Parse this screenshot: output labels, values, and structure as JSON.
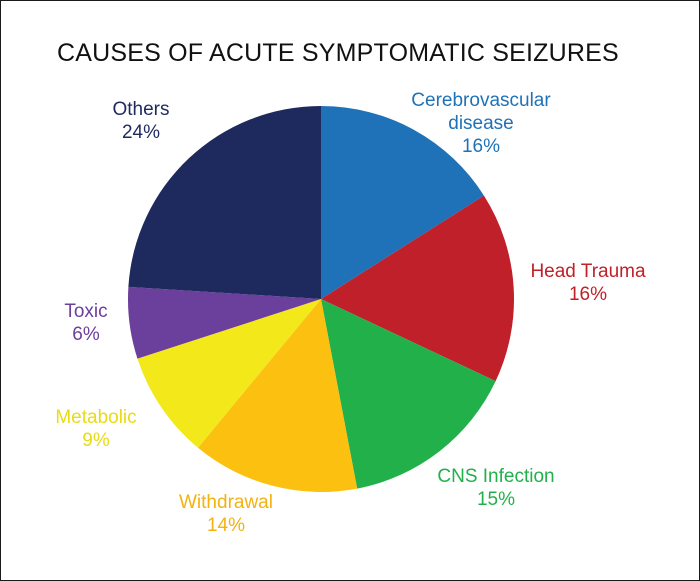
{
  "chart_data": {
    "type": "pie",
    "title": "CAUSES OF ACUTE SYMPTOMATIC SEIZURES",
    "slices": [
      {
        "label_lines": [
          "Cerebrovascular",
          "disease"
        ],
        "value": 16,
        "value_text": "16%",
        "color": "#1f72b8",
        "label_color": "#1f72b8"
      },
      {
        "label_lines": [
          "Head Trauma"
        ],
        "value": 16,
        "value_text": "16%",
        "color": "#c0202a",
        "label_color": "#c0202a"
      },
      {
        "label_lines": [
          "CNS Infection"
        ],
        "value": 15,
        "value_text": "15%",
        "color": "#22b04b",
        "label_color": "#22b04b"
      },
      {
        "label_lines": [
          "Withdrawal"
        ],
        "value": 14,
        "value_text": "14%",
        "color": "#fcc010",
        "label_color": "#f3b210"
      },
      {
        "label_lines": [
          "Metabolic"
        ],
        "value": 9,
        "value_text": "9%",
        "color": "#f3e81a",
        "label_color": "#e8dc14"
      },
      {
        "label_lines": [
          "Toxic"
        ],
        "value": 6,
        "value_text": "6%",
        "color": "#6b3f9c",
        "label_color": "#6b3f9c"
      },
      {
        "label_lines": [
          "Others"
        ],
        "value": 24,
        "value_text": "24%",
        "color": "#1e2a5e",
        "label_color": "#1e2a5e"
      }
    ]
  }
}
